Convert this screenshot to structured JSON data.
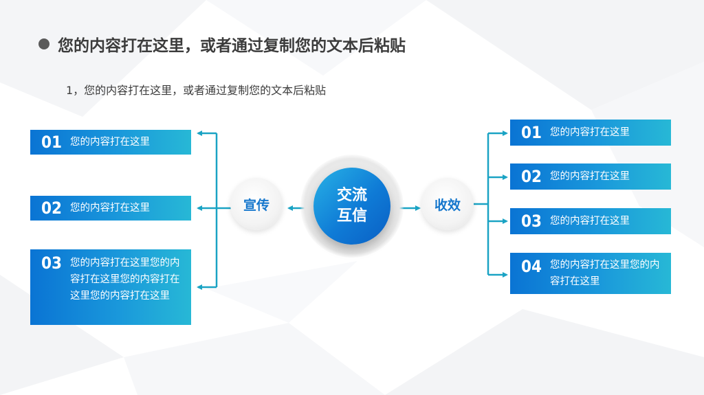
{
  "header": {
    "title": "您的内容打在这里，或者通过复制您的文本后粘贴",
    "subtitle": "1，您的内容打在这里，或者通过复制您的文本后粘贴"
  },
  "center": {
    "line1": "交流",
    "line2": "互信"
  },
  "left_node": {
    "label": "宣传"
  },
  "right_node": {
    "label": "收效"
  },
  "left_items": [
    {
      "num": "01",
      "text": "您的内容打在这里"
    },
    {
      "num": "02",
      "text": "您的内容打在这里"
    },
    {
      "num": "03",
      "text": "您的内容打在这里您的内容打在这里您的内容打在这里您的内容打在这里"
    }
  ],
  "right_items": [
    {
      "num": "01",
      "text": "您的内容打在这里"
    },
    {
      "num": "02",
      "text": "您的内容打在这里"
    },
    {
      "num": "03",
      "text": "您的内容打在这里"
    },
    {
      "num": "04",
      "text": "您的内容打在这里您的内容打在这里"
    }
  ],
  "colors": {
    "accent_dark": "#0a74d4",
    "accent_light": "#27b8d6",
    "connector": "#1aa3c4",
    "node_text": "#1476cc"
  }
}
